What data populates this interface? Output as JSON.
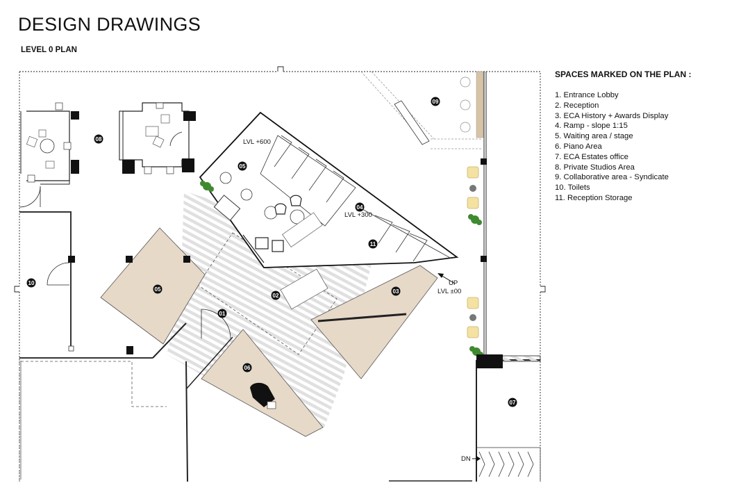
{
  "page": {
    "title": "DESIGN DRAWINGS",
    "subtitle": "LEVEL 0 PLAN"
  },
  "legend": {
    "heading": "SPACES MARKED ON THE PLAN :",
    "items": [
      "1. Entrance Lobby",
      "2. Reception",
      "3. ECA History + Awards Display",
      "4. Ramp - slope 1:15",
      "5. Waiting area / stage",
      "6. Piano Area",
      "7. ECA Estates office",
      "8. Private Studios Area",
      "9. Collaborative area - Syndicate",
      "10. Toilets",
      "11. Reception Storage"
    ]
  },
  "plan": {
    "tags": [
      "01",
      "02",
      "03",
      "04",
      "05",
      "05",
      "06",
      "07",
      "08",
      "09",
      "10",
      "11"
    ],
    "annotations": {
      "lvl_600": "LVL +600",
      "lvl_300": "LVL +300",
      "up": "UP",
      "lvl_00": "LVL ±00",
      "dn": "DN"
    },
    "colors": {
      "wood": "#e6d9c8",
      "hatch": "#e2e2e2",
      "wall": "#111111",
      "tag": "#111111",
      "plant": "#3f8a2f",
      "chair_yellow": "#f4e2a3"
    }
  }
}
